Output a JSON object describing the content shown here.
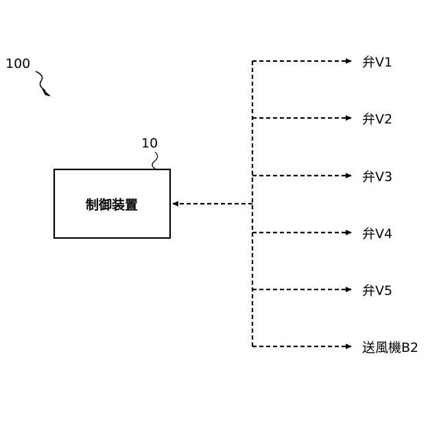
{
  "system": {
    "ref": "100"
  },
  "controller": {
    "ref": "10",
    "label": "制御装置"
  },
  "outputs": [
    {
      "label": "弁V1"
    },
    {
      "label": "弁V2"
    },
    {
      "label": "弁V3"
    },
    {
      "label": "弁V4"
    },
    {
      "label": "弁V5"
    },
    {
      "label": "送風機B2"
    }
  ]
}
